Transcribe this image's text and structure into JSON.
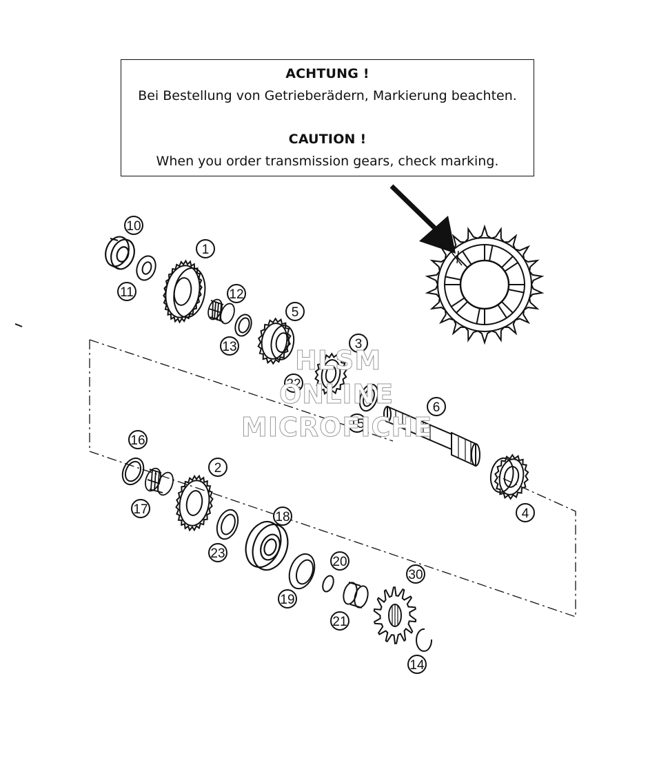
{
  "notice": {
    "heading_de": "ACHTUNG !",
    "text_de": "Bei Bestellung von Getrieberädern, Markierung beachten.",
    "heading_en": "CAUTION !",
    "text_en": "When you order transmission gears, check marking."
  },
  "watermark": {
    "line1": "HLSM",
    "line2": "ONLINE",
    "line3": "MICROFICHE"
  },
  "parts": [
    {
      "number": "10"
    },
    {
      "number": "1"
    },
    {
      "number": "11"
    },
    {
      "number": "12"
    },
    {
      "number": "5"
    },
    {
      "number": "13"
    },
    {
      "number": "3"
    },
    {
      "number": "22"
    },
    {
      "number": "15"
    },
    {
      "number": "6"
    },
    {
      "number": "16"
    },
    {
      "number": "2"
    },
    {
      "number": "17"
    },
    {
      "number": "4"
    },
    {
      "number": "23"
    },
    {
      "number": "18"
    },
    {
      "number": "20"
    },
    {
      "number": "19"
    },
    {
      "number": "30"
    },
    {
      "number": "21"
    },
    {
      "number": "14"
    }
  ],
  "colors": {
    "line": "#111111",
    "watermark_outline": "#9a9a9a"
  }
}
